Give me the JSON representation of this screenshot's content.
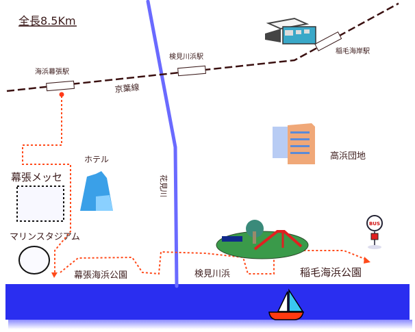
{
  "map": {
    "total_length": "全長8.5Km",
    "railway_name": "京葉線",
    "river_name": "花見川",
    "stations": [
      {
        "name": "海浜幕張駅"
      },
      {
        "name": "検見川浜駅"
      },
      {
        "name": "稲毛海岸駅"
      }
    ],
    "landmarks": {
      "hotel": "ホテル",
      "messe": "幕張メッセ",
      "stadium": "マリンスタジアム",
      "danchi": "高浜団地",
      "bus_sign": "BUS"
    },
    "parks": [
      {
        "name": "幕張海浜公園"
      },
      {
        "name": "検見川浜"
      },
      {
        "name": "稲毛海浜公園"
      }
    ],
    "colors": {
      "sea": "#2a2ef0",
      "river": "#6a6aff",
      "route": "#ff4a1a",
      "rail": "#3a1010"
    }
  }
}
